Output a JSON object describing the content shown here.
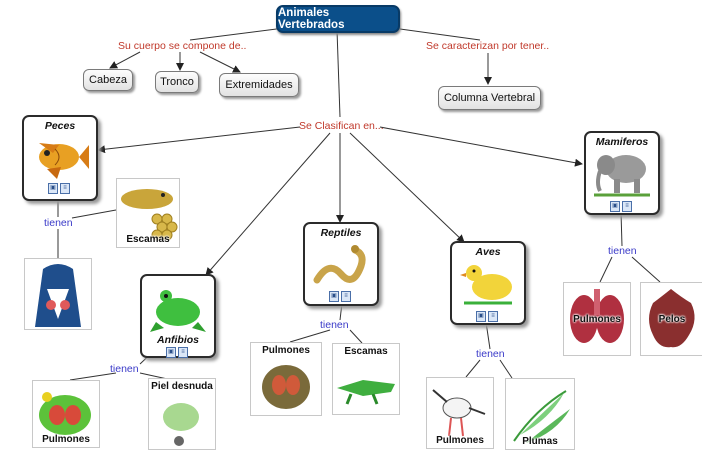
{
  "title": "Animales Vertebrados",
  "links": {
    "body": "Su cuerpo se compone de..",
    "characterized": "Se caracterizan por tener..",
    "classified": "Se Clasifican en...",
    "have": "tienen"
  },
  "body_parts": [
    "Cabeza",
    "Tronco",
    "Extremidades"
  ],
  "spine": "Columna Vertebral",
  "classes": {
    "fish": {
      "name": "Peces",
      "items": [
        "Escamas"
      ]
    },
    "amphibians": {
      "name": "Anfibios",
      "items": [
        "Pulmones",
        "Piel desnuda"
      ]
    },
    "reptiles": {
      "name": "Reptiles",
      "items": [
        "Pulmones",
        "Escamas"
      ]
    },
    "birds": {
      "name": "Aves",
      "items": [
        "Pulmones",
        "Plumas"
      ]
    },
    "mammals": {
      "name": "Mamiferos",
      "items": [
        "Pulmones",
        "Pelos"
      ]
    }
  },
  "colors": {
    "root": "#0b4f8a",
    "link_text": "#c0392b",
    "tienen_text": "#3a3ac8"
  }
}
